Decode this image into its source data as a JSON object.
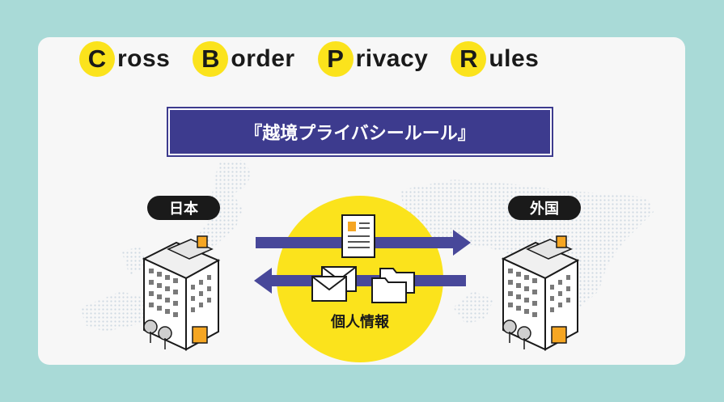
{
  "title": {
    "words": [
      {
        "initial": "C",
        "rest": "ross"
      },
      {
        "initial": "B",
        "rest": "order"
      },
      {
        "initial": "P",
        "rest": "rivacy"
      },
      {
        "initial": "R",
        "rest": "ules"
      }
    ]
  },
  "banner": "『越境プライバシールール』",
  "left_label": "日本",
  "right_label": "外国",
  "center_label": "個人情報",
  "colors": {
    "background": "#a9dad7",
    "card": "#f7f7f7",
    "accent_yellow": "#fbe31c",
    "banner_navy": "#3d3b8e",
    "arrow_navy": "#48489a"
  },
  "icons": [
    "document-icon",
    "envelope-icon",
    "folder-icon",
    "building-icon",
    "tree-icon"
  ]
}
